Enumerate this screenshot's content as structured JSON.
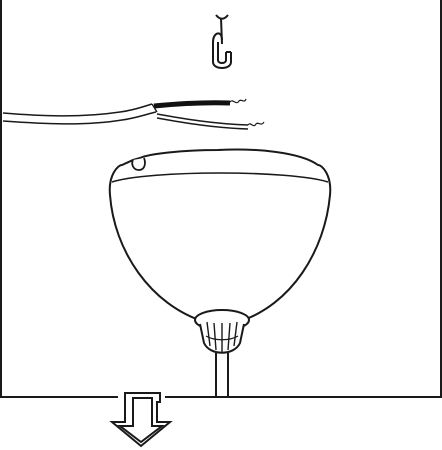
{
  "diagram": {
    "parts": [
      {
        "name": "ceiling-panel",
        "icon": "ceiling-outline"
      },
      {
        "name": "ceiling-hook",
        "icon": "hook-icon"
      },
      {
        "name": "supply-cable",
        "icon": "cable-icon"
      },
      {
        "name": "canopy-shade",
        "icon": "bowl-shade-icon"
      },
      {
        "name": "cable-gland",
        "icon": "gland-icon"
      },
      {
        "name": "pendant-cord",
        "icon": "cord-icon"
      },
      {
        "name": "direction-arrow",
        "icon": "down-arrow-icon"
      }
    ],
    "colors": {
      "line": "#1a1a1a",
      "fill": "#ffffff",
      "wire_dark": "#111111"
    }
  }
}
